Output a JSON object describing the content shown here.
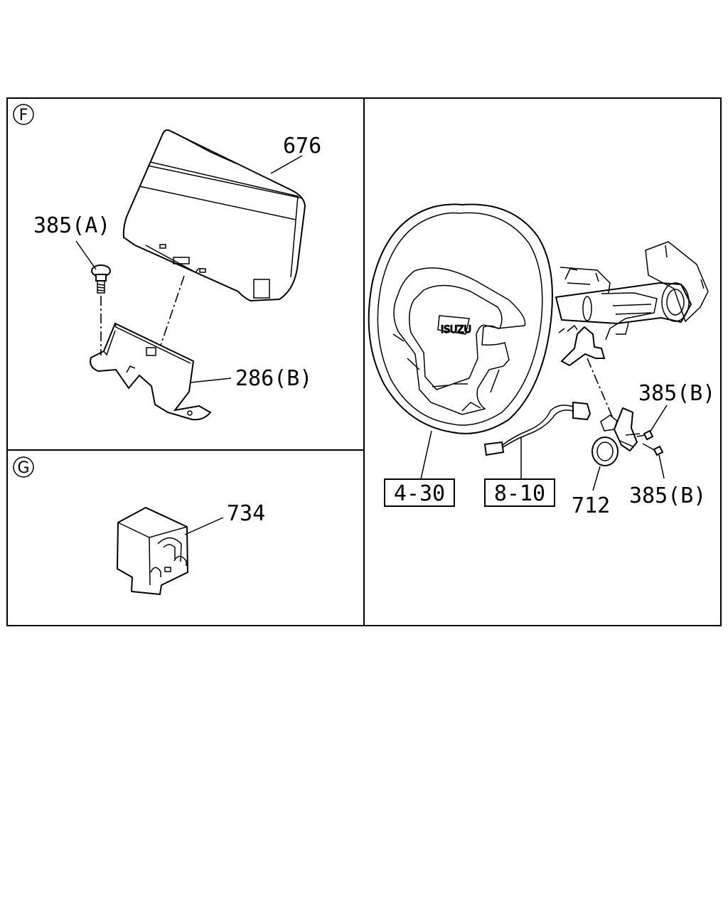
{
  "panels": {
    "F": {
      "marker": "F"
    },
    "G": {
      "marker": "G"
    }
  },
  "labels": {
    "p676": "676",
    "p385a": "385(A)",
    "p286b": "286(B)",
    "p734": "734",
    "p385b_top": "385(B)",
    "p385b_bottom": "385(B)",
    "p712": "712",
    "ref_430": "4-30",
    "ref_810": "8-10"
  }
}
